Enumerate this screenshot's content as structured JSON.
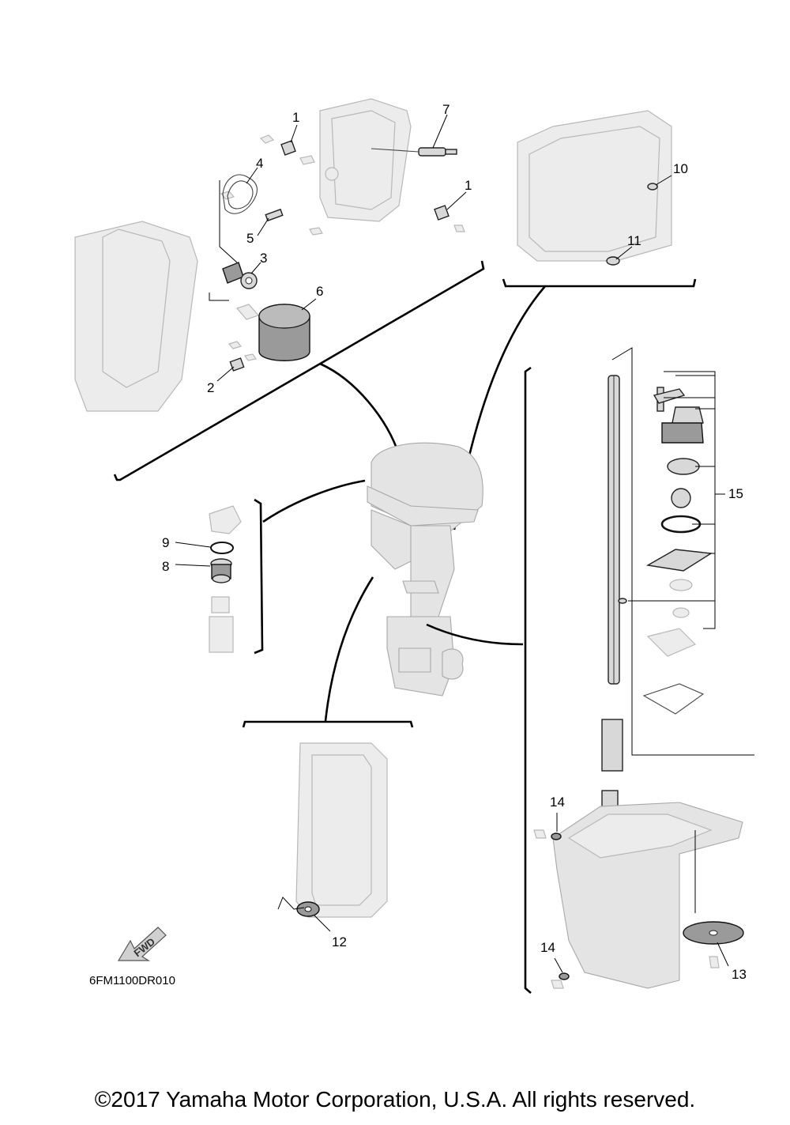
{
  "diagram": {
    "code": "6FM1100DR010",
    "copyright": "©2017 Yamaha Motor Corporation, U.S.A. All rights reserved.",
    "fwd_label": "FWD",
    "callouts": [
      {
        "id": "c1a",
        "label": "1"
      },
      {
        "id": "c1b",
        "label": "1"
      },
      {
        "id": "c2",
        "label": "2"
      },
      {
        "id": "c3",
        "label": "3"
      },
      {
        "id": "c4",
        "label": "4"
      },
      {
        "id": "c5",
        "label": "5"
      },
      {
        "id": "c6",
        "label": "6"
      },
      {
        "id": "c7",
        "label": "7"
      },
      {
        "id": "c8",
        "label": "8"
      },
      {
        "id": "c9",
        "label": "9"
      },
      {
        "id": "c10",
        "label": "10"
      },
      {
        "id": "c11",
        "label": "11"
      },
      {
        "id": "c12",
        "label": "12"
      },
      {
        "id": "c13",
        "label": "13"
      },
      {
        "id": "c14a",
        "label": "14"
      },
      {
        "id": "c14b",
        "label": "14"
      },
      {
        "id": "c15",
        "label": "15"
      }
    ],
    "icons": [
      "fwd-arrow-icon"
    ]
  }
}
